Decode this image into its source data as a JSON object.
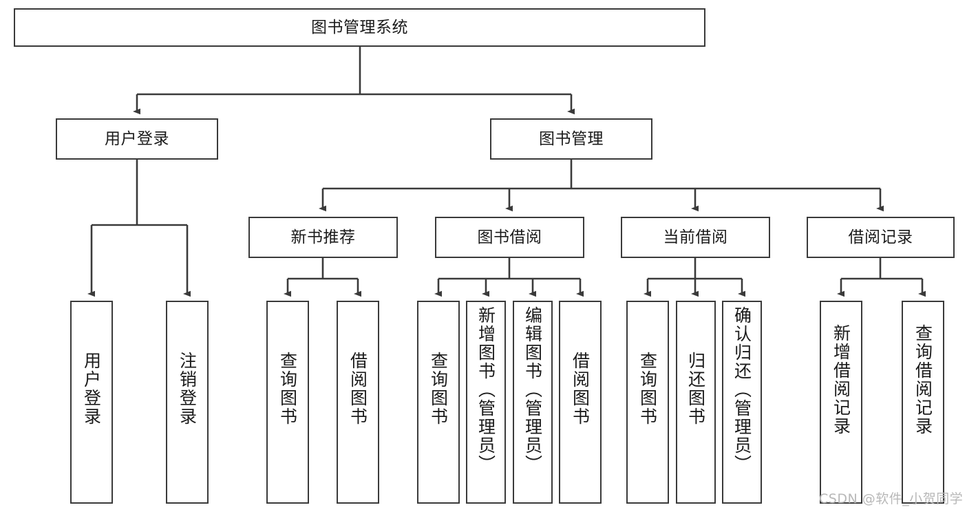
{
  "diagram": {
    "type": "tree-hierarchy",
    "title": "图书管理系统",
    "watermark": "CSDN @软件_小贺同学",
    "colors": {
      "box_border": "#3a3a3a",
      "box_fill": "#ffffff",
      "edge": "#3a3a3a",
      "text": "#1b1b1b",
      "watermark": "#b8b8b8"
    },
    "levels": {
      "root": {
        "label": "图书管理系统"
      },
      "level2": [
        {
          "id": "user-login",
          "label": "用户登录"
        },
        {
          "id": "book-manage",
          "label": "图书管理"
        }
      ],
      "level3": [
        {
          "id": "new-book-recommend",
          "label": "新书推荐",
          "parent": "book-manage"
        },
        {
          "id": "book-borrow",
          "label": "图书借阅",
          "parent": "book-manage"
        },
        {
          "id": "current-borrow",
          "label": "当前借阅",
          "parent": "book-manage"
        },
        {
          "id": "borrow-record",
          "label": "借阅记录",
          "parent": "book-manage"
        }
      ],
      "leaves": [
        {
          "id": "leaf-user-login",
          "label": "用户登录",
          "parent": "user-login"
        },
        {
          "id": "leaf-logout",
          "label": "注销登录",
          "parent": "user-login"
        },
        {
          "id": "leaf-query-book-1",
          "label": "查询图书",
          "parent": "new-book-recommend"
        },
        {
          "id": "leaf-borrow-book-1",
          "label": "借阅图书",
          "parent": "new-book-recommend"
        },
        {
          "id": "leaf-query-book-2",
          "label": "查询图书",
          "parent": "book-borrow"
        },
        {
          "id": "leaf-add-book",
          "label": "新增图书（管理员）",
          "parent": "book-borrow"
        },
        {
          "id": "leaf-edit-book",
          "label": "编辑图书（管理员）",
          "parent": "book-borrow"
        },
        {
          "id": "leaf-borrow-book-2",
          "label": "借阅图书",
          "parent": "book-borrow"
        },
        {
          "id": "leaf-query-book-3",
          "label": "查询图书",
          "parent": "current-borrow"
        },
        {
          "id": "leaf-return-book",
          "label": "归还图书",
          "parent": "current-borrow"
        },
        {
          "id": "leaf-confirm-return",
          "label": "确认归还（管理员）",
          "parent": "current-borrow"
        },
        {
          "id": "leaf-add-record",
          "label": "新增借阅记录",
          "parent": "borrow-record"
        },
        {
          "id": "leaf-query-record",
          "label": "查询借阅记录",
          "parent": "borrow-record"
        }
      ]
    }
  }
}
